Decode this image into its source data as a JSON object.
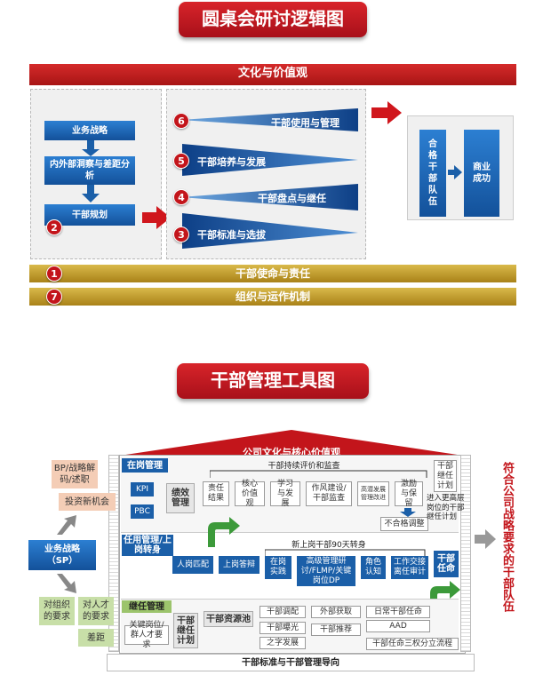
{
  "diagram1": {
    "title": "圆桌会研讨逻辑图",
    "top_bar": "文化与价值观",
    "left_steps": [
      "业务战略",
      "内外部洞察与差距分析",
      "干部规划"
    ],
    "left_num": "2",
    "wedges": [
      {
        "num": "6",
        "label": "干部使用与管理"
      },
      {
        "num": "5",
        "label": "干部培养与发展"
      },
      {
        "num": "4",
        "label": "干部盘点与继任"
      },
      {
        "num": "3",
        "label": "干部标准与选拔"
      }
    ],
    "result_left": "合格干部队伍",
    "result_right": "商业成功",
    "bottom_bars": [
      {
        "num": "1",
        "label": "干部使命与责任"
      },
      {
        "num": "7",
        "label": "组织与运作机制"
      }
    ]
  },
  "diagram2": {
    "title": "干部管理工具图",
    "roof": "公司文化与核心价值观",
    "left": {
      "top_items": [
        "BP/战略解码/述职",
        "投资新机会"
      ],
      "center": "业务战略（SP）",
      "bottom_items": [
        "对组织的要求",
        "对人才的要求",
        "差距"
      ]
    },
    "row1": {
      "label": "在岗管理",
      "kpi": "KPI",
      "pbc": "PBC",
      "perf": "绩效管理",
      "header": "干部持续评价和监查",
      "items": [
        "责任结果",
        "核心价值观",
        "学习与发展",
        "作风建设/干部监查",
        "高潜发展管理改进",
        "激励与保留"
      ],
      "unqualified": "不合格调整",
      "succession": "干部继任计划",
      "promote": "进入更高层岗位的干部继任计划"
    },
    "row2": {
      "label": "任用管理/上岗转身",
      "header": "新上岗干部90天转身",
      "items": [
        "人岗匹配",
        "上岗答辩",
        "在岗实践",
        "高级管理研讨/FLMP/关键岗位DP",
        "角色认知",
        "工作交接离任审计"
      ],
      "appoint": "干部任命"
    },
    "row3": {
      "label": "继任管理",
      "plan": "干部继任计划",
      "pool": "干部资源池",
      "key": "关键岗位/群人才要求",
      "items": [
        "干部调配",
        "外部获取",
        "日常干部任命",
        "干部曝光",
        "干部推荐",
        "AAD",
        "之字发展",
        "干部任命三权分立流程"
      ]
    },
    "base": "干部标准与干部管理导向",
    "right_vertical": "符合公司战略要求的干部队伍"
  },
  "colors": {
    "red": "#c3151b",
    "blue": "#1b5fa8",
    "gold": "#b8921f"
  }
}
